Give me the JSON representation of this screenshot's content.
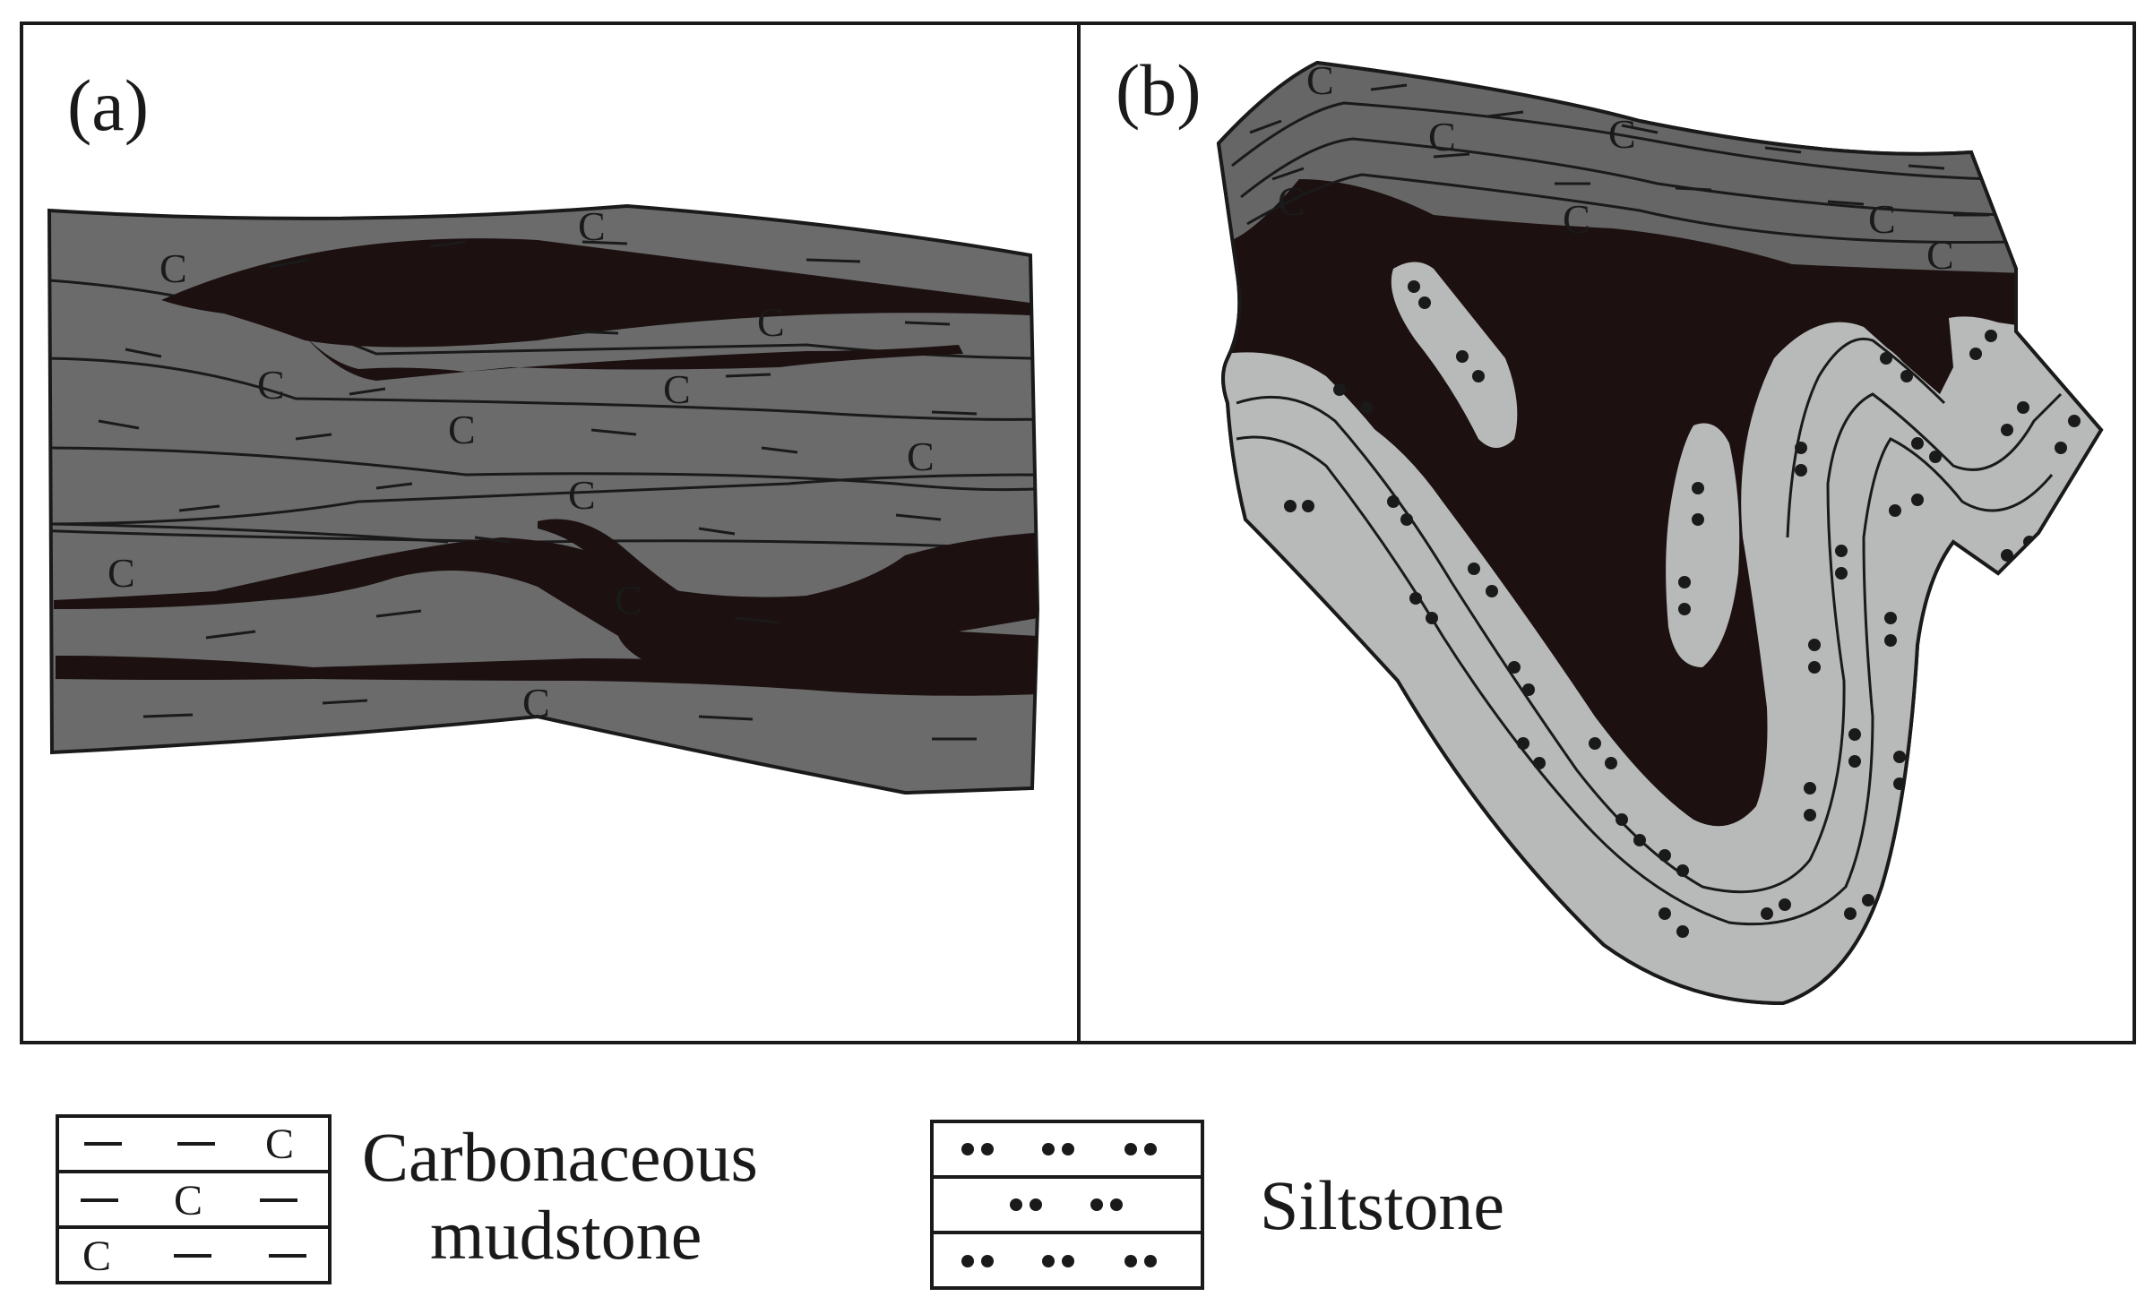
{
  "panels": [
    {
      "id": "a",
      "label": "(a)"
    },
    {
      "id": "b",
      "label": "(b)"
    }
  ],
  "symbols": {
    "carbon": "C"
  },
  "legend": [
    {
      "id": "carbonaceous-mudstone",
      "lines": [
        "Carbonaceous",
        "mudstone"
      ],
      "pattern": "dash-and-C on dark grey"
    },
    {
      "id": "siltstone",
      "lines": [
        "Siltstone"
      ],
      "pattern": "paired dots on light grey"
    }
  ],
  "colors": {
    "background": "#ffffff",
    "mudstone_fill": "#6b6b6b",
    "coal_fill": "#1c1010",
    "siltstone_fill": "#b8baba",
    "outline": "#1a1a1a"
  }
}
